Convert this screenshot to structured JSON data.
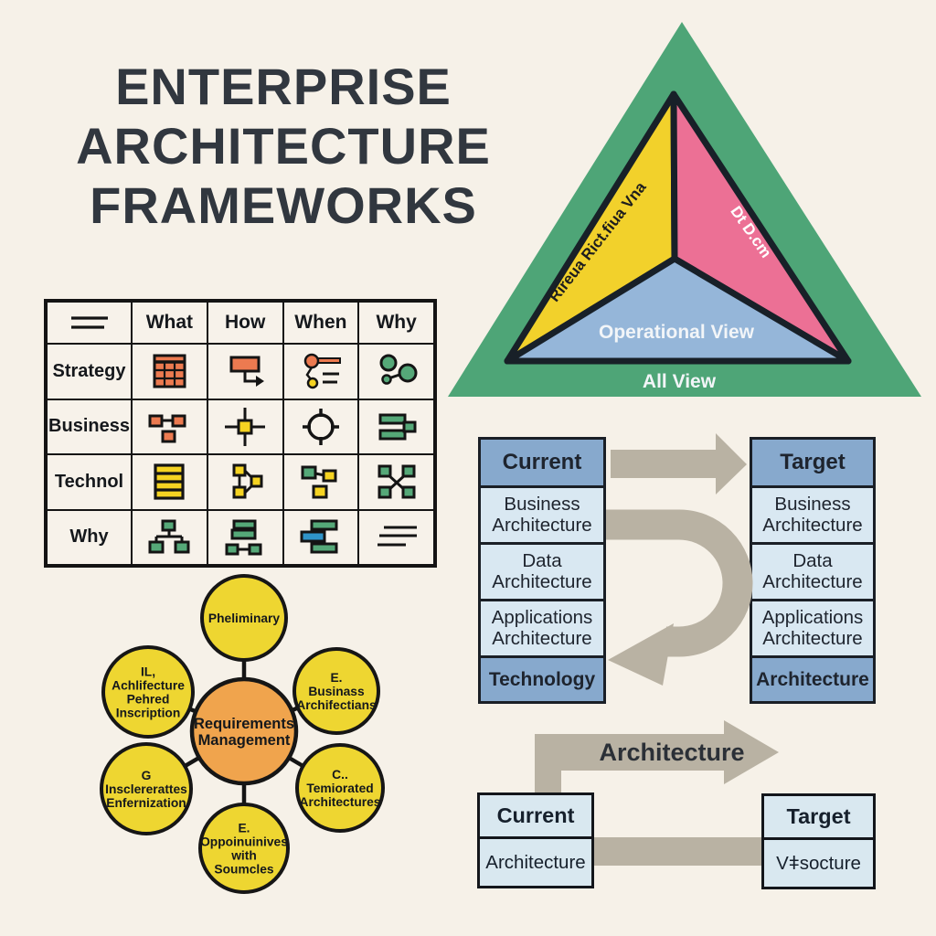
{
  "page": {
    "title_lines": [
      "ENTERPRISE",
      "ARCHITECTURE",
      "FRAMEWORKS"
    ]
  },
  "colors": {
    "background": "#f6f1e8",
    "ink": "#31373f",
    "outline": "#141414",
    "triangle_green": "#4ea577",
    "triangle_yellow": "#f2d12b",
    "triangle_pink": "#ec7095",
    "triangle_blue": "#95b6d9",
    "icon_orange": "#ec7a50",
    "icon_yellow": "#f5d322",
    "icon_green": "#55a878",
    "icon_blue": "#2f93c8",
    "circle_yellow": "#eed631",
    "circle_orange": "#f0a44d",
    "panel_blue_header": "#87a9cd",
    "panel_blue_light": "#d9e8f2",
    "flow_box_blue": "#d9e8f0",
    "arrow_gray": "#b9b2a3"
  },
  "triangle": {
    "left_face_label": "Rireua Rict.fiua Vna",
    "right_face_label": "Dt D.cm",
    "bottom_face_label": "Operational View",
    "base_label": "All View"
  },
  "matrix": {
    "corner_icon": "menu-lines",
    "col_headers": [
      "What",
      "How",
      "When",
      "Why"
    ],
    "rows": [
      {
        "label": "Strategy",
        "icons": [
          "data-table",
          "process-box-arrow",
          "milestone-timeline",
          "linked-circles"
        ]
      },
      {
        "label": "Business",
        "icons": [
          "entity-network",
          "node-cross",
          "target-crosshair",
          "green-bars"
        ]
      },
      {
        "label": "Technol",
        "icons": [
          "layer-stack",
          "flow-branch",
          "linked-boxes",
          "cross-network"
        ]
      },
      {
        "label": "Why",
        "icons": [
          "org-tree",
          "grouped-boxes",
          "gantt-bars",
          "text-lines"
        ]
      }
    ]
  },
  "adm": {
    "center": {
      "lines": [
        "Requirements",
        "Management"
      ]
    },
    "nodes": [
      {
        "id": "top",
        "lines": [
          "Pheliminary"
        ]
      },
      {
        "id": "upper-right",
        "lines": [
          "E.",
          "Businass",
          "Archifectians"
        ]
      },
      {
        "id": "lower-right",
        "lines": [
          "C..",
          "Temiorated",
          "Architectures"
        ]
      },
      {
        "id": "bottom",
        "lines": [
          "E.",
          "Oppoinuinives",
          "with",
          "Soumcles"
        ]
      },
      {
        "id": "lower-left",
        "lines": [
          "G",
          "Insclererattes",
          "Enfernization"
        ]
      },
      {
        "id": "upper-left",
        "lines": [
          "IL,",
          "Achlifecture",
          "Pehred",
          "Inscription"
        ]
      }
    ]
  },
  "comparison": {
    "left": {
      "header": "Current",
      "rows": [
        "Business\nArchitecture",
        "Data\nArchitecture",
        "Applications\nArchitecture"
      ],
      "footer": "Technology"
    },
    "right": {
      "header": "Target",
      "rows": [
        "Business\nArchitecture",
        "Data\nArchitecture",
        "Applications\nArchitecture"
      ],
      "footer": "Architecture"
    }
  },
  "flow": {
    "arrow_label": "Architecture",
    "left_box": {
      "title": "Current",
      "subtitle": "Architecture"
    },
    "right_box": {
      "title": "Target",
      "subtitle": "Vǂsocture"
    }
  }
}
